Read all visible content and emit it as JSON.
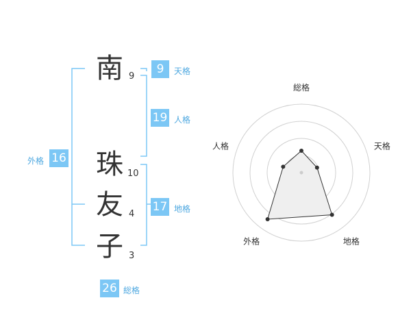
{
  "name_chars": [
    {
      "char": "南",
      "strokes": "9"
    },
    {
      "char": "珠",
      "strokes": "10"
    },
    {
      "char": "友",
      "strokes": "4"
    },
    {
      "char": "子",
      "strokes": "3"
    }
  ],
  "scores": {
    "tenkaku": {
      "value": "9",
      "label": "天格"
    },
    "jinkaku": {
      "value": "19",
      "label": "人格"
    },
    "chikaku": {
      "value": "17",
      "label": "地格"
    },
    "gaikaku": {
      "value": "16",
      "label": "外格"
    },
    "soukaku": {
      "value": "26",
      "label": "総格"
    }
  },
  "colors": {
    "accent": "#7cc7f5",
    "label": "#4ea8e0",
    "bracket": "#7cc7f5"
  },
  "chart_data": {
    "type": "radar",
    "axes": [
      "総格",
      "天格",
      "地格",
      "外格",
      "人格"
    ],
    "values": [
      1.6,
      1.2,
      3.8,
      4.2,
      1.4
    ],
    "rmax": 5,
    "rings": 4
  }
}
